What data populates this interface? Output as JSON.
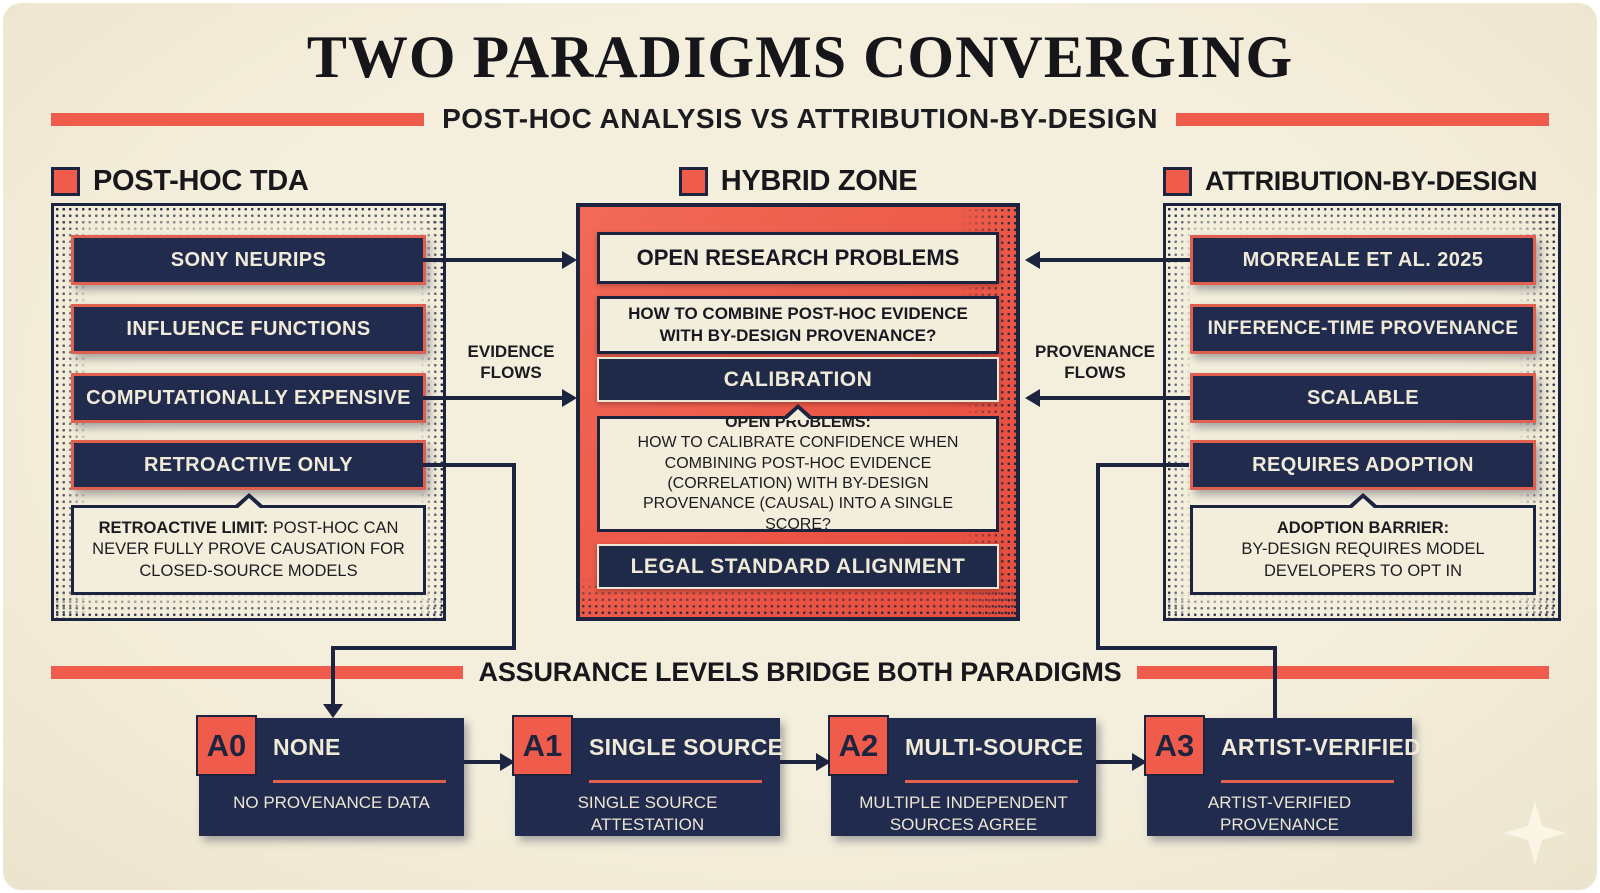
{
  "header": {
    "title": "TWO PARADIGMS CONVERGING",
    "subtitle": "POST-HOC ANALYSIS VS ATTRIBUTION-BY-DESIGN"
  },
  "columns": {
    "left": {
      "title": "POST-HOC TDA",
      "boxes": [
        "SONY NEURIPS",
        "INFLUENCE FUNCTIONS",
        "COMPUTATIONALLY EXPENSIVE",
        "RETROACTIVE ONLY"
      ],
      "callout": {
        "label": "RETROACTIVE LIMIT:",
        "text": "POST-HOC CAN NEVER FULLY PROVE CAUSATION FOR CLOSED-SOURCE MODELS"
      }
    },
    "center": {
      "title": "HYBRID ZONE",
      "box_title": "OPEN RESEARCH PROBLEMS",
      "question": "HOW TO COMBINE POST-HOC EVIDENCE WITH BY-DESIGN PROVENANCE?",
      "calibration": "CALIBRATION",
      "callout": {
        "label": "OPEN PROBLEMS:",
        "text": "HOW TO CALIBRATE CONFIDENCE WHEN COMBINING POST-HOC EVIDENCE (CORRELATION) WITH BY-DESIGN PROVENANCE (CAUSAL) INTO A SINGLE SCORE?"
      },
      "legal": "LEGAL STANDARD ALIGNMENT"
    },
    "right": {
      "title": "ATTRIBUTION-BY-DESIGN",
      "boxes": [
        "MORREALE ET AL. 2025",
        "INFERENCE-TIME PROVENANCE",
        "SCALABLE",
        "REQUIRES ADOPTION"
      ],
      "callout": {
        "label": "ADOPTION BARRIER:",
        "text": "BY-DESIGN REQUIRES MODEL DEVELOPERS TO OPT IN"
      }
    }
  },
  "flows": {
    "left": "EVIDENCE FLOWS",
    "right": "PROVENANCE FLOWS"
  },
  "assurance": {
    "heading": "ASSURANCE LEVELS BRIDGE BOTH PARADIGMS",
    "levels": [
      {
        "code": "A0",
        "title": "NONE",
        "desc": "NO PROVENANCE DATA"
      },
      {
        "code": "A1",
        "title": "SINGLE SOURCE",
        "desc": "SINGLE SOURCE ATTESTATION"
      },
      {
        "code": "A2",
        "title": "MULTI-SOURCE",
        "desc": "MULTIPLE INDEPENDENT SOURCES AGREE"
      },
      {
        "code": "A3",
        "title": "ARTIST-VERIFIED",
        "desc": "ARTIST-VERIFIED PROVENANCE"
      }
    ]
  },
  "colors": {
    "red": "#ef5c4b",
    "navy": "#1f2948",
    "cream": "#f2ecd9"
  }
}
